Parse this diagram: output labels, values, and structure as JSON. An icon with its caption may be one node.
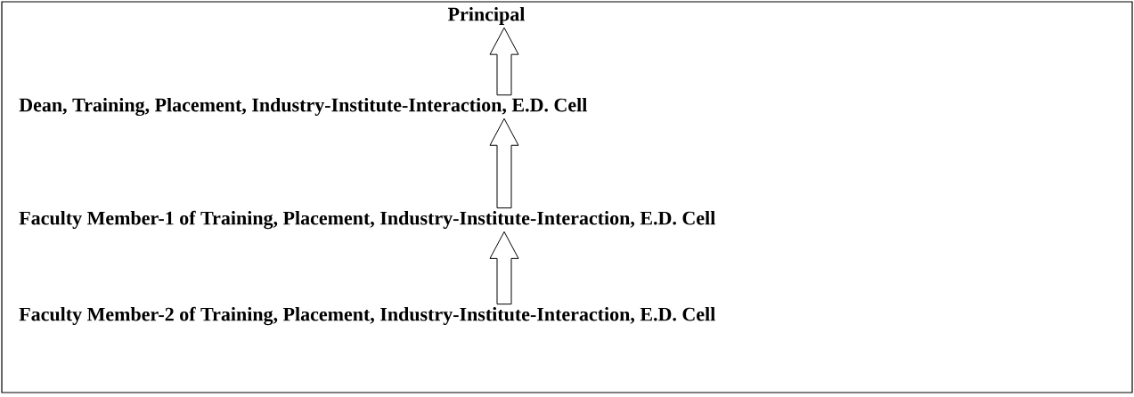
{
  "diagram": {
    "nodes": [
      {
        "text": [
          "Principal"
        ]
      },
      {
        "text": [
          "Dean, Training, Placement, Industry-Institute-Interaction, E.D. Cell"
        ]
      },
      {
        "text": [
          "Faculty Member-1 of Training, Placement, Industry-Institute-Interaction, E.D. Cell"
        ]
      },
      {
        "text": [
          "Faculty Member-2 of Training, Placement, Industry-Institute-Interaction, E.D. Cell"
        ]
      }
    ],
    "edges": [
      {
        "from": 1,
        "to": 0,
        "arrow": "to"
      },
      {
        "from": 2,
        "to": 1,
        "arrow": "to"
      },
      {
        "from": 3,
        "to": 2,
        "arrow": "to"
      }
    ]
  }
}
